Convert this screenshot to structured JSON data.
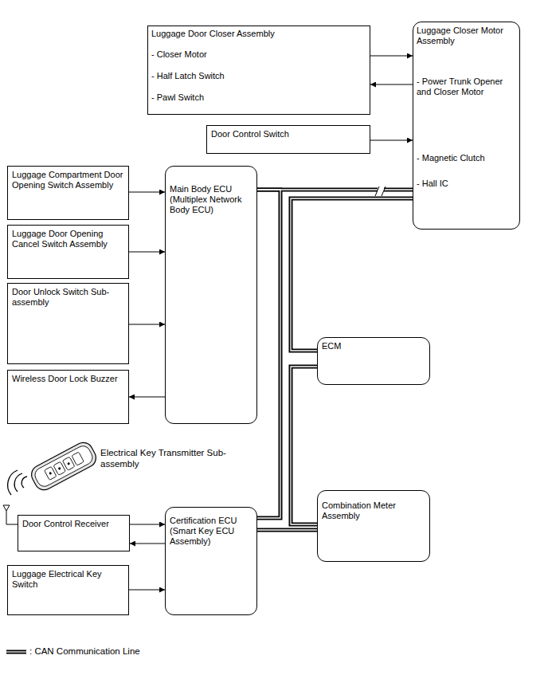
{
  "diagram": {
    "nodes": [
      {
        "text": [
          "Luggage Door Closer Assembly",
          "- Closer Motor",
          "- Half Latch Switch",
          "- Pawl Switch"
        ]
      },
      {
        "text": [
          "Luggage Closer Motor Assembly",
          "- Power Trunk Opener and Closer Motor",
          "- Magnetic Clutch",
          "- Hall IC"
        ]
      },
      {
        "text": [
          "Door Control Switch"
        ]
      },
      {
        "text": [
          "Luggage Compartment Door Opening Switch Assembly"
        ]
      },
      {
        "text": [
          "Main Body ECU (Multiplex Network Body ECU)"
        ]
      },
      {
        "text": [
          "Luggage Door Opening Cancel Switch Assembly"
        ]
      },
      {
        "text": [
          "Door Unlock Switch Sub-assembly"
        ]
      },
      {
        "text": [
          "Wireless Door Lock Buzzer"
        ]
      },
      {
        "text": [
          "ECM"
        ]
      },
      {
        "text": [
          "Combination Meter Assembly"
        ]
      },
      {
        "text": [
          "Door Control Receiver"
        ]
      },
      {
        "text": [
          "Certification ECU (Smart Key ECU Assembly)"
        ]
      },
      {
        "text": [
          "Luggage Electrical Key Switch"
        ]
      }
    ],
    "edges": [
      {
        "from": 0,
        "to": 1,
        "arrow": "to"
      },
      {
        "from": 1,
        "to": 0,
        "arrow": "to"
      },
      {
        "from": 2,
        "to": 1,
        "arrow": "to"
      },
      {
        "from": 3,
        "to": 4,
        "arrow": "to"
      },
      {
        "from": 5,
        "to": 4,
        "arrow": "to"
      },
      {
        "from": 6,
        "to": 4,
        "arrow": "to"
      },
      {
        "from": 4,
        "to": 7,
        "arrow": "to"
      },
      {
        "from": 10,
        "to": 11,
        "arrow": "to"
      },
      {
        "from": 11,
        "to": 10,
        "arrow": "to"
      },
      {
        "from": 12,
        "to": 11,
        "arrow": "to"
      },
      {
        "from": 4,
        "to": 1,
        "arrow": "none"
      },
      {
        "from": 4,
        "to": 11,
        "arrow": "none"
      },
      {
        "from": 1,
        "to": 8,
        "arrow": "none"
      },
      {
        "from": 8,
        "to": 9,
        "arrow": "none"
      },
      {
        "from": 11,
        "to": 9,
        "arrow": "none"
      }
    ],
    "labels": [
      "Electrical Key Transmitter Sub-assembly"
    ],
    "legend": [
      {
        "text": ": CAN Communication Line"
      }
    ]
  }
}
